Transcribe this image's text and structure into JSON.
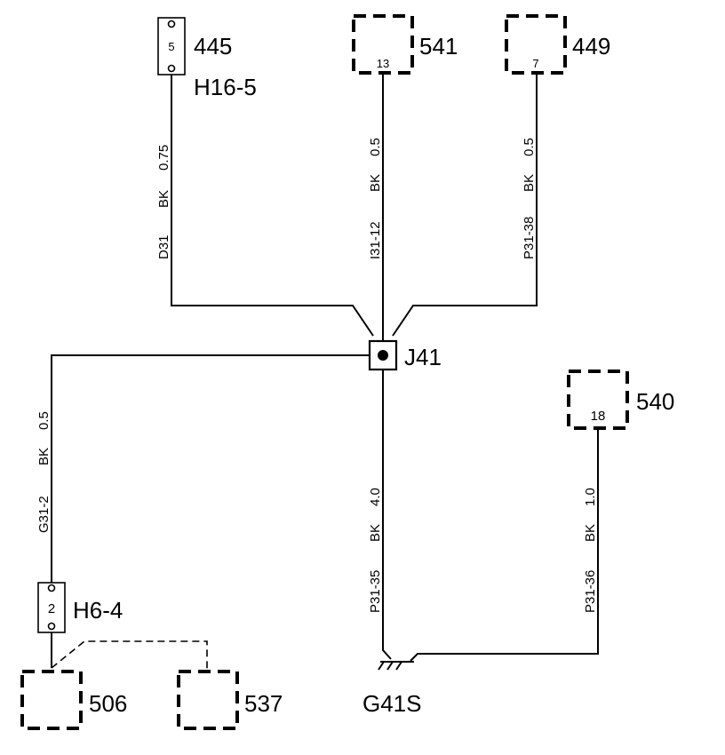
{
  "components": {
    "c445": {
      "id": "445",
      "pin": "5",
      "name": "H16-5"
    },
    "c541": {
      "id": "541",
      "pin": "13"
    },
    "c449": {
      "id": "449",
      "pin": "7"
    },
    "c540": {
      "id": "540",
      "pin": "18"
    },
    "c506": {
      "id": "506"
    },
    "c537": {
      "id": "537"
    },
    "h6": {
      "name": "H6-4",
      "pin": "2"
    }
  },
  "splice": {
    "name": "J41"
  },
  "ground": {
    "name": "G41S"
  },
  "wires": {
    "d31": {
      "circuit": "D31",
      "color": "BK",
      "size": "0.75"
    },
    "i31": {
      "circuit": "I31-12",
      "color": "BK",
      "size": "0.5"
    },
    "p3138": {
      "circuit": "P31-38",
      "color": "BK",
      "size": "0.5"
    },
    "g31": {
      "circuit": "G31-2",
      "color": "BK",
      "size": "0.5"
    },
    "p3135": {
      "circuit": "P31-35",
      "color": "BK",
      "size": "4.0"
    },
    "p3136": {
      "circuit": "P31-36",
      "color": "BK",
      "size": "1.0"
    }
  }
}
